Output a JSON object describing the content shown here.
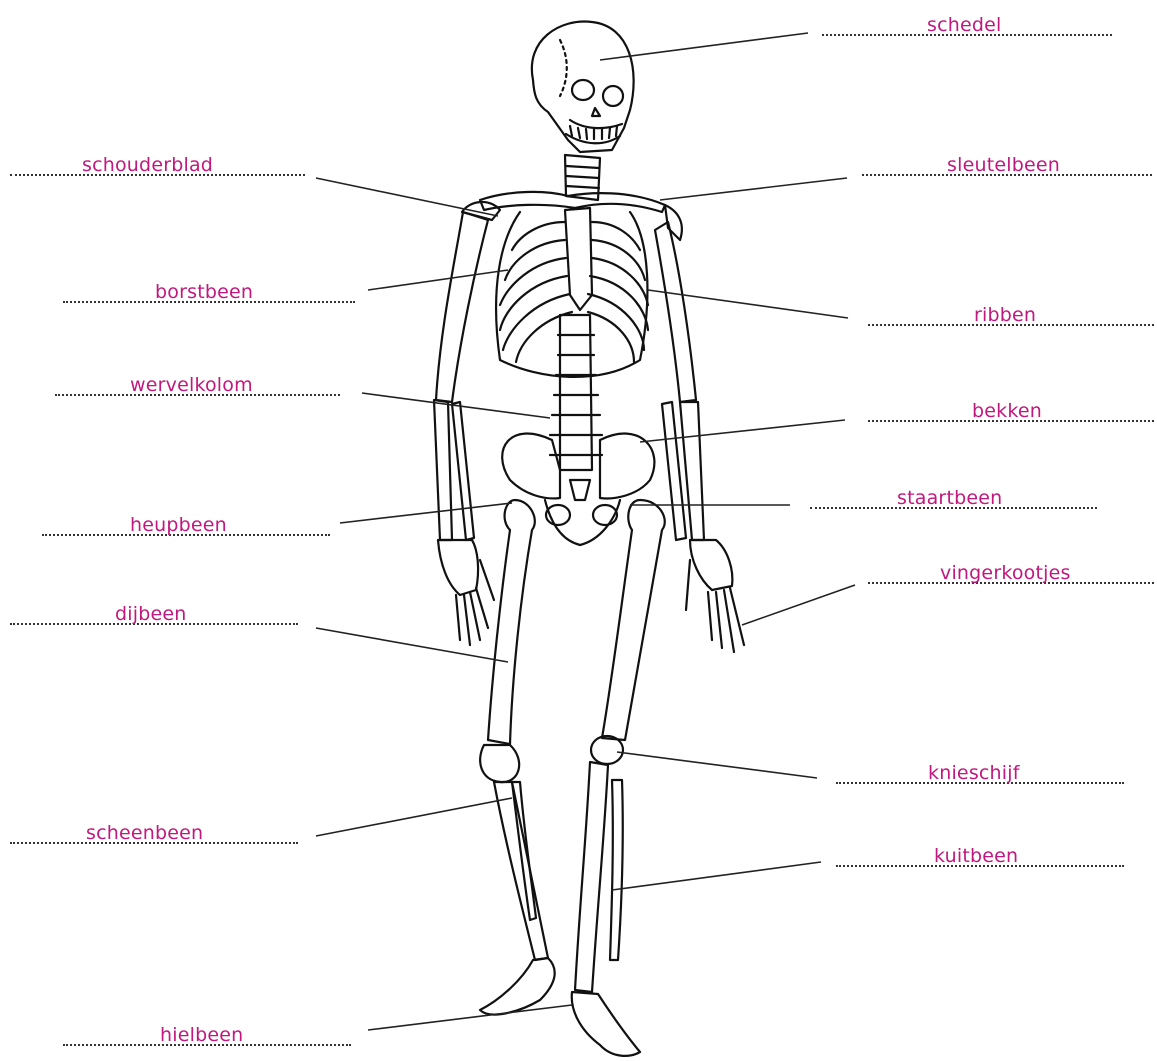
{
  "labels": {
    "schedel": "schedel",
    "schouderblad": "schouderblad",
    "sleutelbeen": "sleutelbeen",
    "borstbeen": "borstbeen",
    "ribben": "ribben",
    "wervelkolom": "wervelkolom",
    "bekken": "bekken",
    "staartbeen": "staartbeen",
    "heupbeen": "heupbeen",
    "vingerkootjes": "vingerkootjes",
    "dijbeen": "dijbeen",
    "knieschijf": "knieschijf",
    "scheenbeen": "scheenbeen",
    "kuitbeen": "kuitbeen",
    "hielbeen": "hielbeen"
  },
  "colors": {
    "answer": "#c2187e",
    "line": "#222222"
  }
}
